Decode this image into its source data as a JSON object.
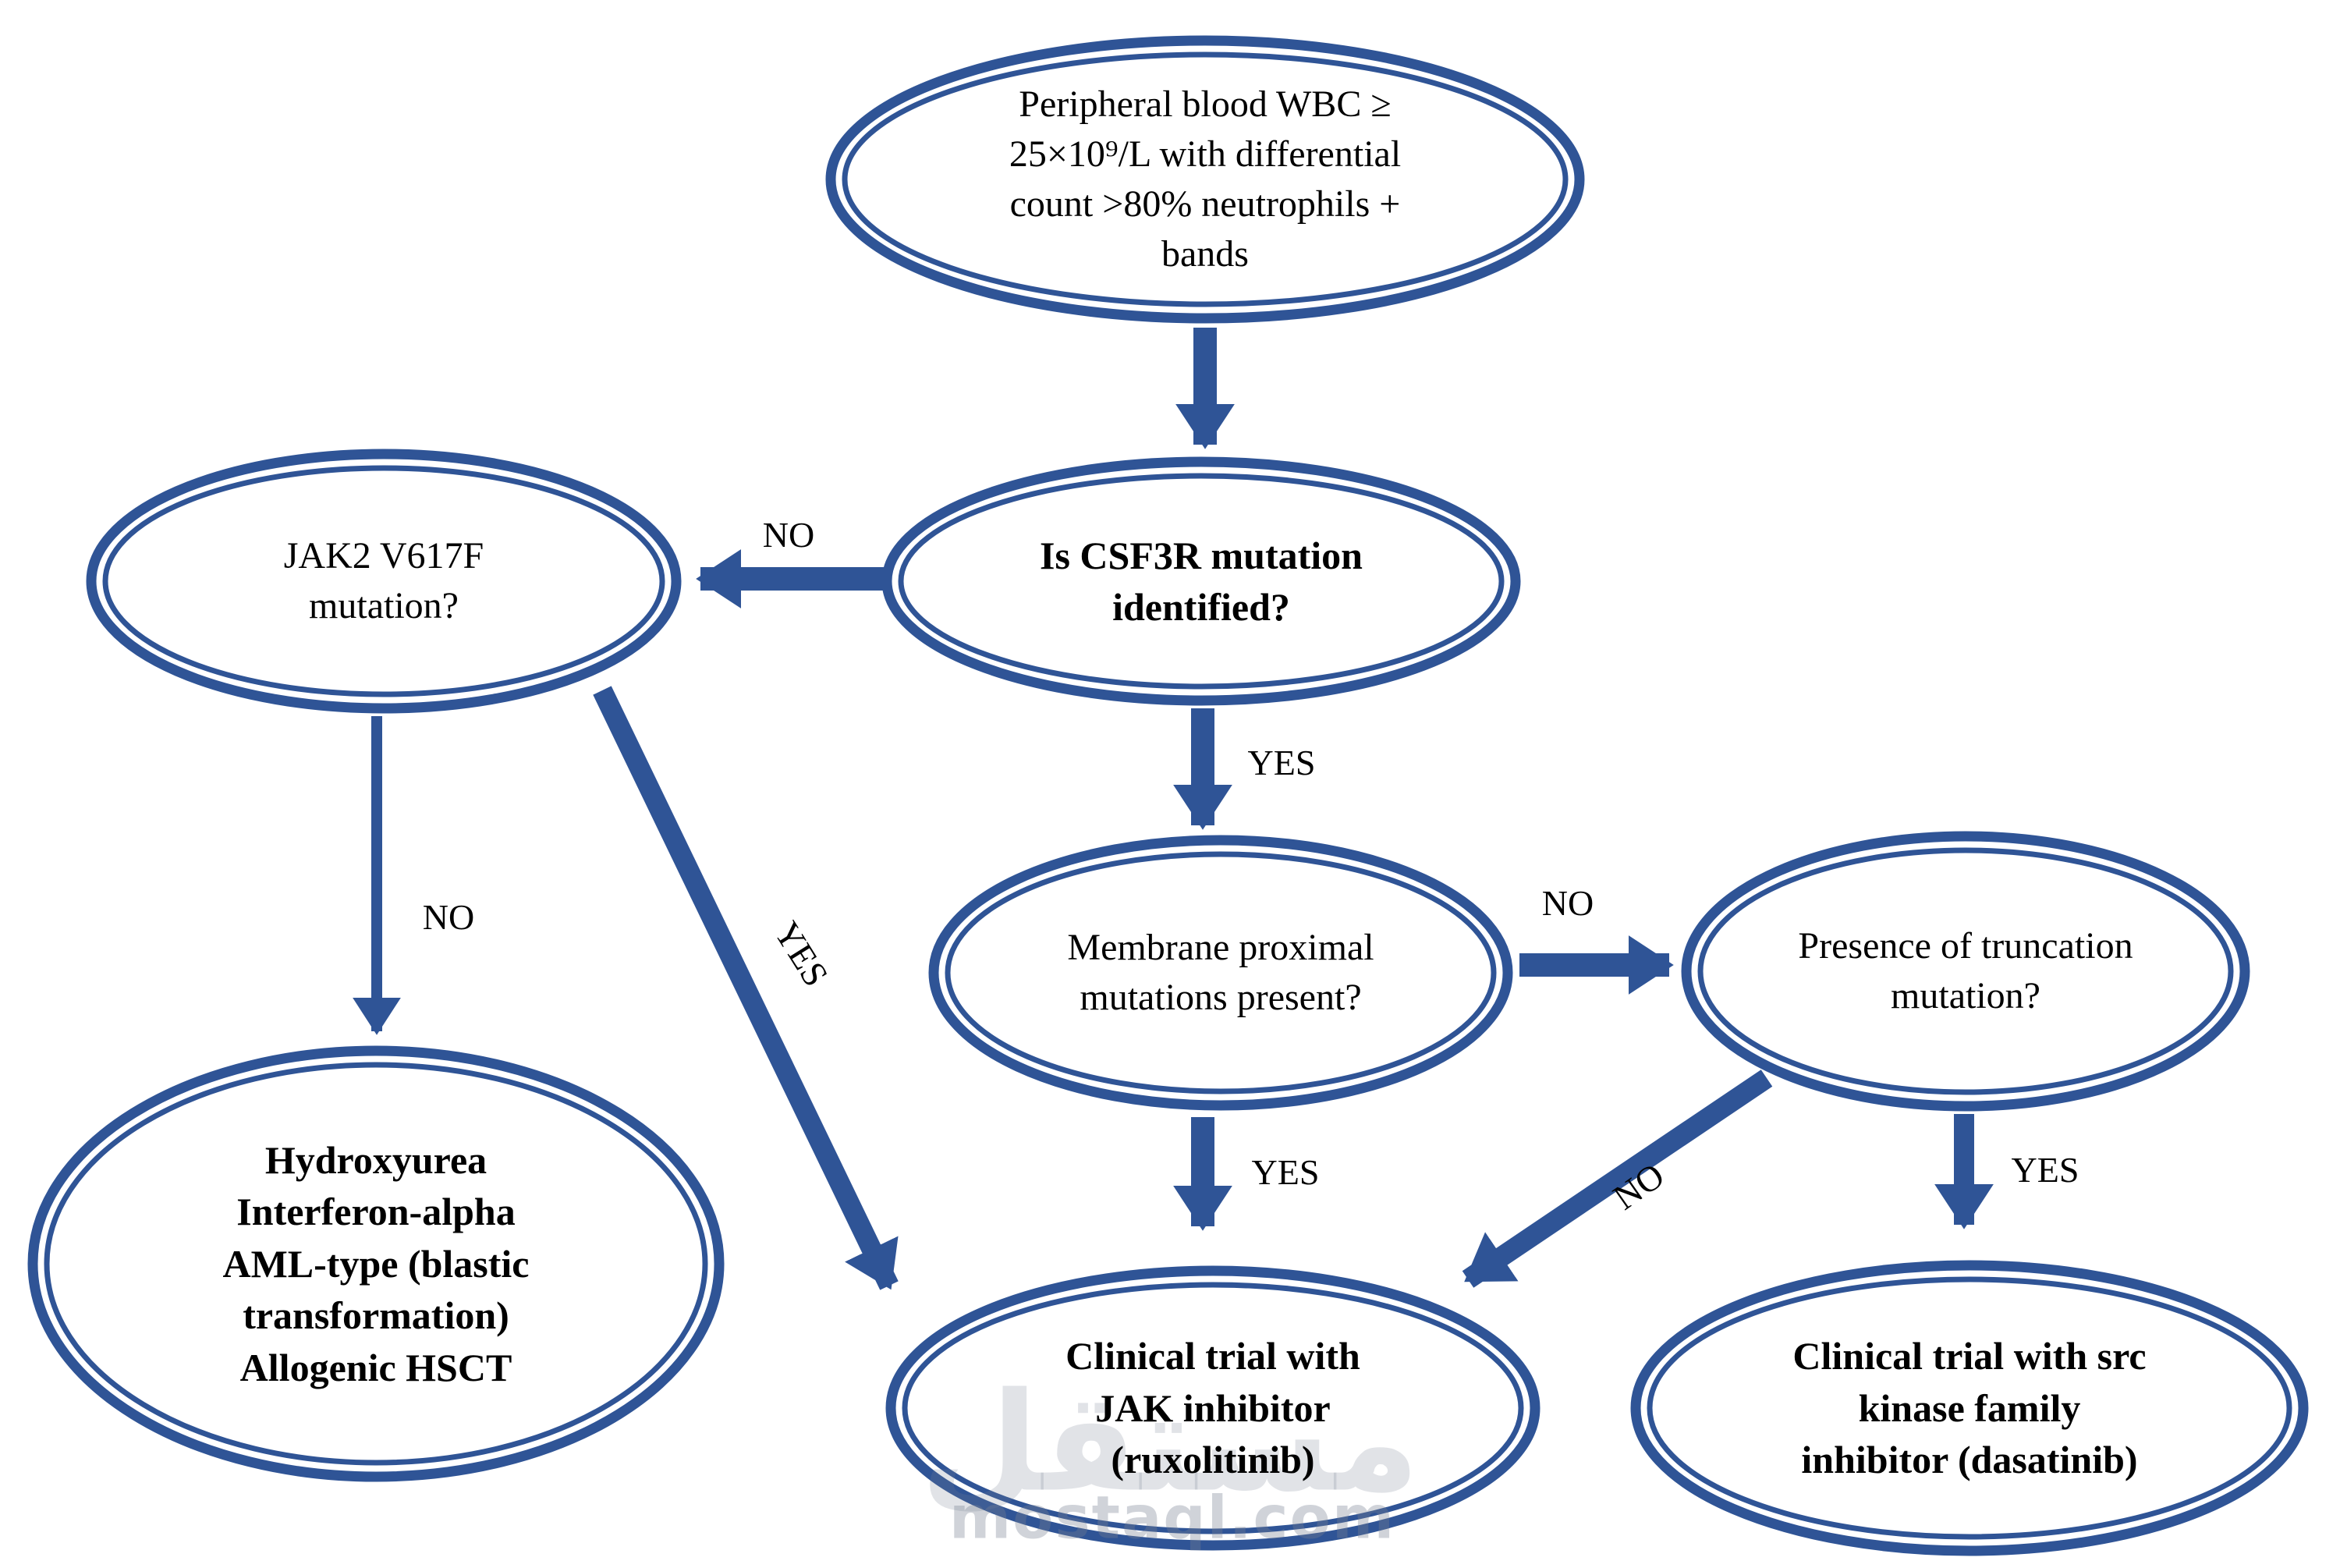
{
  "colors": {
    "accent_blue": "#2F5496",
    "text_black": "#000000",
    "watermark_gray": "#C9CDD6"
  },
  "nodes": {
    "peripheral": {
      "text": "Peripheral blood WBC ≥\n25×10⁹/L with differential\ncount >80% neutrophils +\nbands"
    },
    "csf3r": {
      "text": "Is CSF3R mutation\nidentified?"
    },
    "jak2": {
      "text": "JAK2 V617F\nmutation?"
    },
    "membrane": {
      "text": "Membrane proximal\nmutations present?"
    },
    "truncation": {
      "text": "Presence of truncation\nmutation?"
    },
    "conventional": {
      "text": "Hydroxyurea\nInterferon-alpha\nAML-type (blastic\ntransformation)\nAllogenic HSCT"
    },
    "jak_trial": {
      "text": "Clinical trial with\nJAK inhibitor\n(ruxolitinib)"
    },
    "src_trial": {
      "text": "Clinical trial with src\nkinase family\ninhibitor (dasatinib)"
    }
  },
  "edge_labels": {
    "csf3r_to_jak2": "NO",
    "csf3r_to_membrane": "YES",
    "jak2_to_conventional": "NO",
    "jak2_to_jak_trial": "YES",
    "membrane_to_truncation": "NO",
    "membrane_to_jak_trial": "YES",
    "truncation_to_jak_trial": "NO",
    "truncation_to_src_trial": "YES"
  },
  "watermark": {
    "logo_text": "مستقل",
    "domain": "mostaql.com"
  }
}
